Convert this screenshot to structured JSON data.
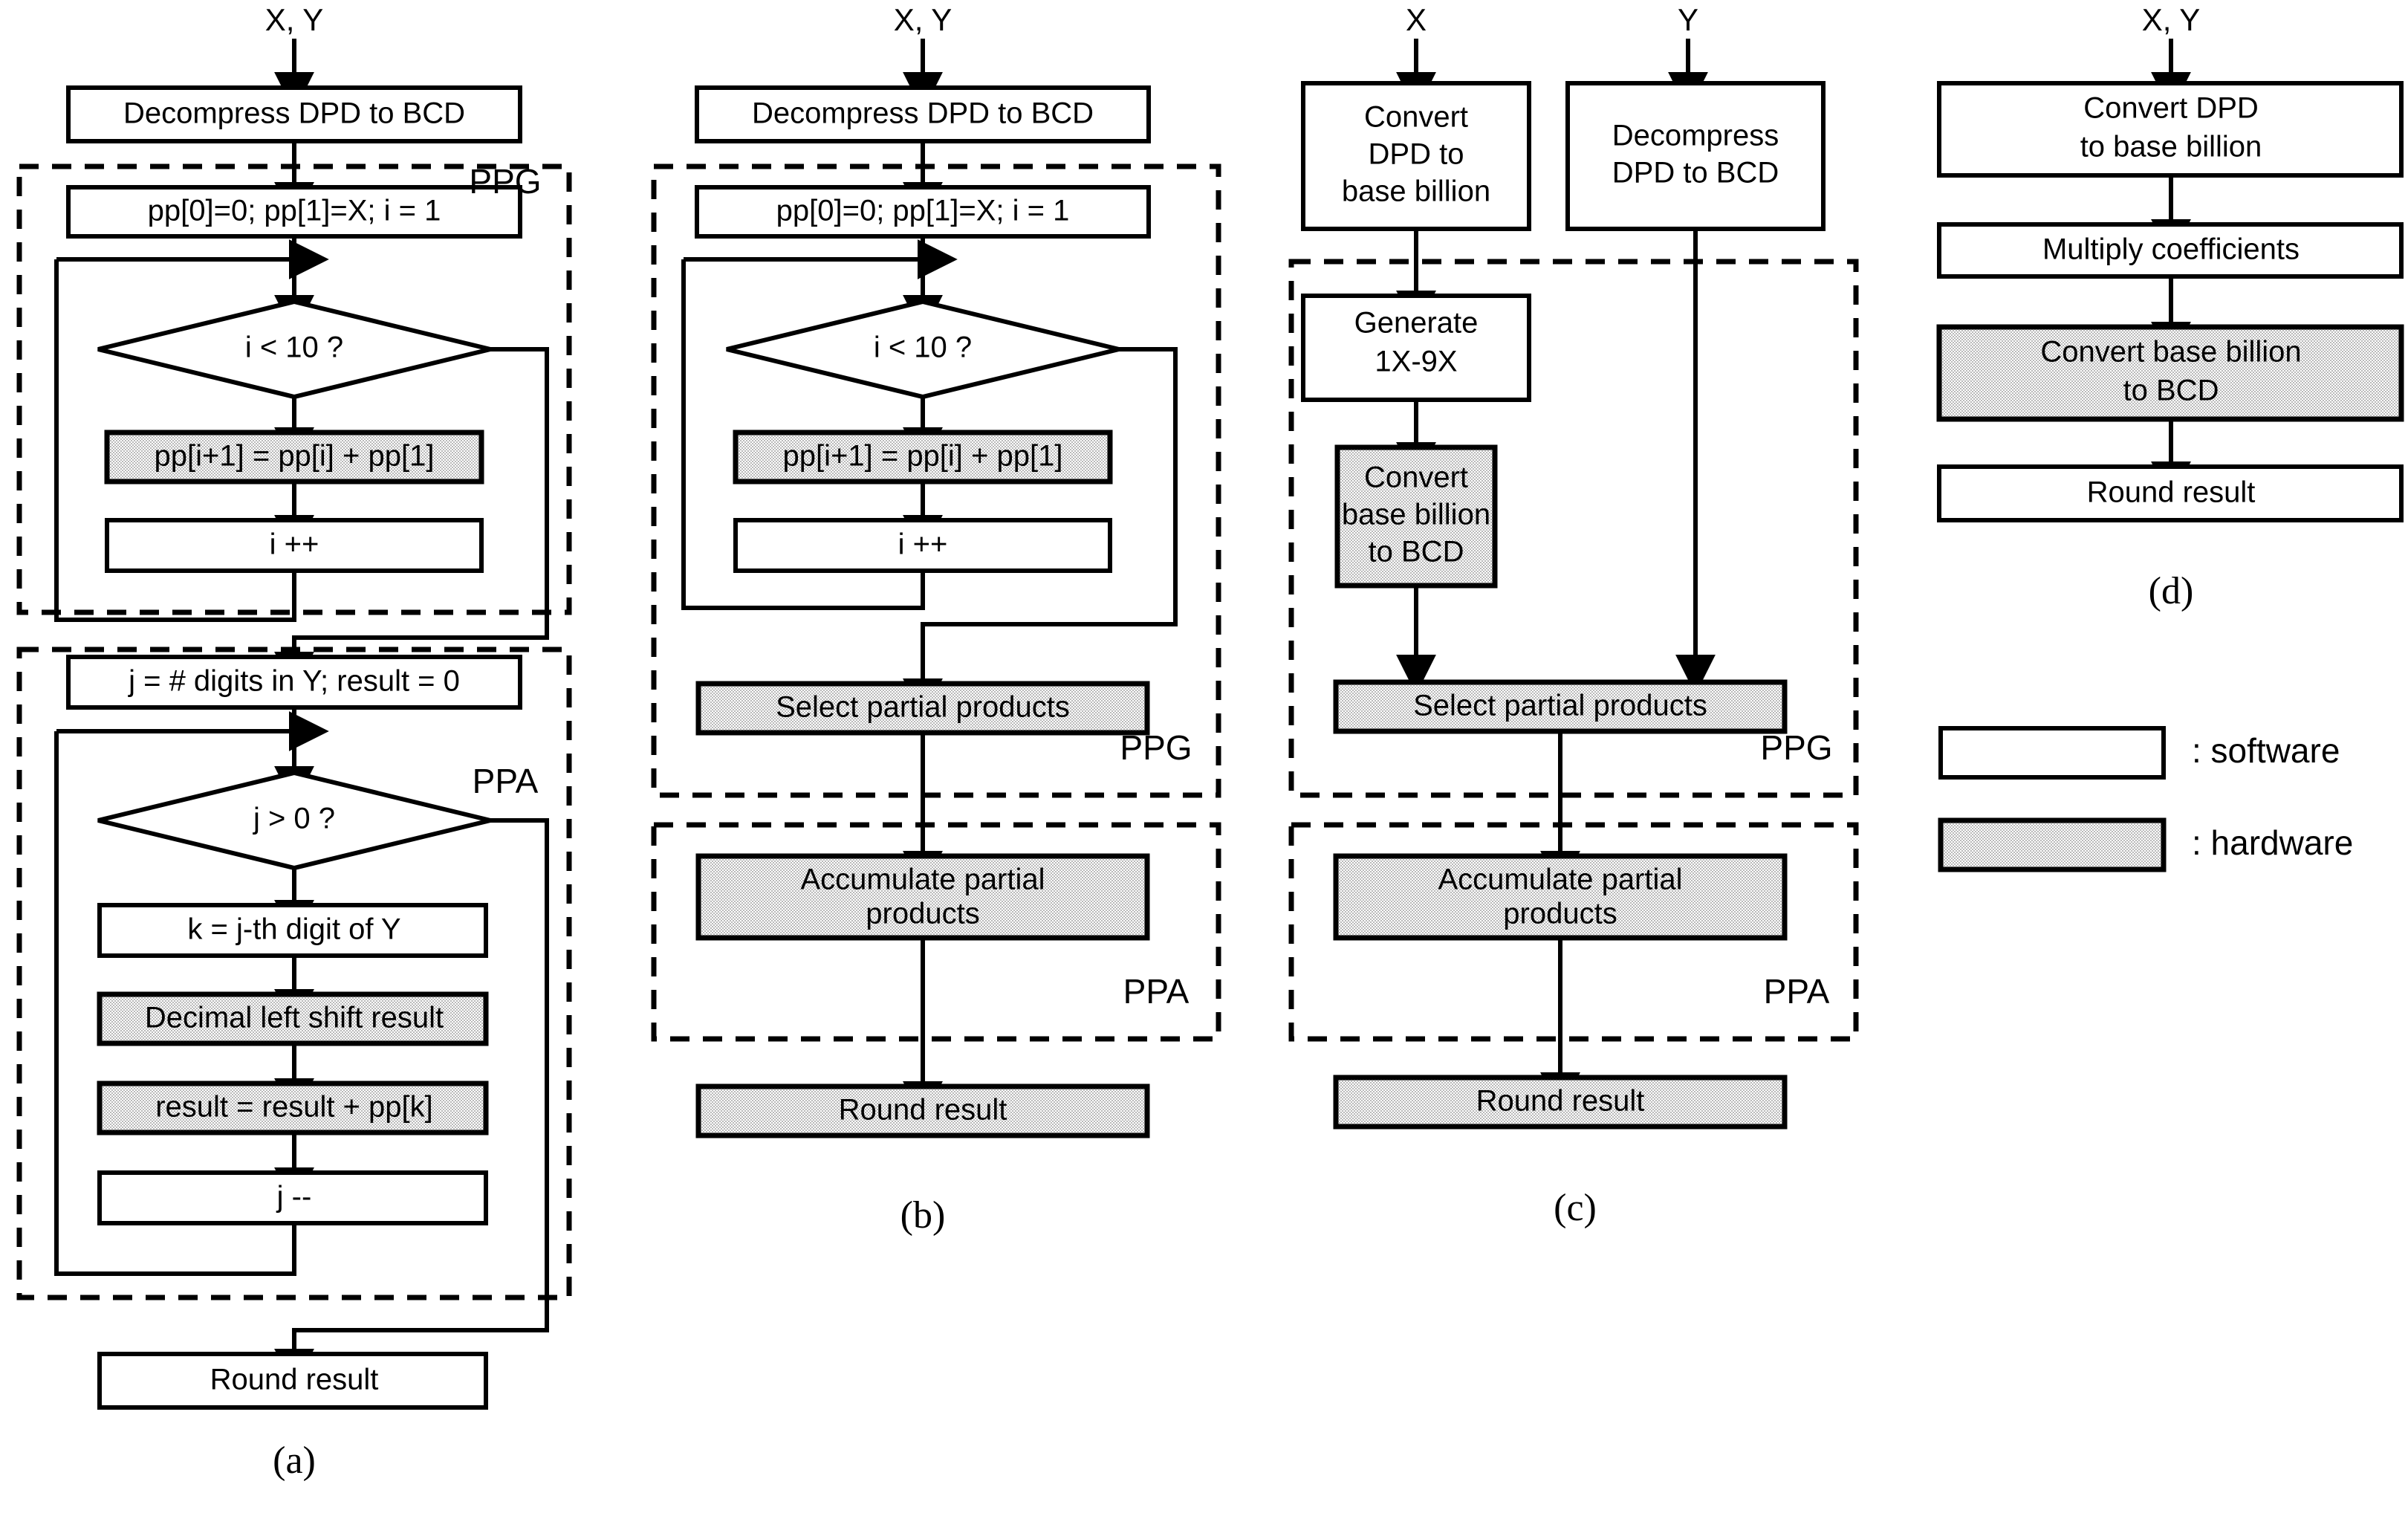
{
  "figure": {
    "type": "flowchart",
    "panels": [
      {
        "id": "a",
        "caption": "(a)",
        "inputs": [
          "X, Y"
        ],
        "groups": [
          "PPG",
          "PPA"
        ],
        "nodes": [
          {
            "label": "Decompress DPD to BCD",
            "kind": "software",
            "shape": "process"
          },
          {
            "label": "pp[0]=0; pp[1]=X; i = 1",
            "kind": "software",
            "shape": "process"
          },
          {
            "label": "i < 10 ?",
            "kind": "software",
            "shape": "decision"
          },
          {
            "label": "pp[i+1] = pp[i] + pp[1]",
            "kind": "hardware",
            "shape": "process"
          },
          {
            "label": "i ++",
            "kind": "software",
            "shape": "process"
          },
          {
            "label": "j = # digits in Y; result = 0",
            "kind": "software",
            "shape": "process"
          },
          {
            "label": "j > 0 ?",
            "kind": "software",
            "shape": "decision"
          },
          {
            "label": "k = j-th digit of Y",
            "kind": "software",
            "shape": "process"
          },
          {
            "label": "Decimal left shift result",
            "kind": "hardware",
            "shape": "process"
          },
          {
            "label": "result = result + pp[k]",
            "kind": "hardware",
            "shape": "process"
          },
          {
            "label": "j --",
            "kind": "software",
            "shape": "process"
          },
          {
            "label": "Round result",
            "kind": "software",
            "shape": "process"
          }
        ]
      },
      {
        "id": "b",
        "caption": "(b)",
        "inputs": [
          "X, Y"
        ],
        "groups": [
          "PPG",
          "PPA"
        ],
        "nodes": [
          {
            "label": "Decompress DPD to BCD",
            "kind": "software",
            "shape": "process"
          },
          {
            "label": "pp[0]=0; pp[1]=X; i = 1",
            "kind": "software",
            "shape": "process"
          },
          {
            "label": "i < 10 ?",
            "kind": "software",
            "shape": "decision"
          },
          {
            "label": "pp[i+1] = pp[i] + pp[1]",
            "kind": "hardware",
            "shape": "process"
          },
          {
            "label": "i ++",
            "kind": "software",
            "shape": "process"
          },
          {
            "label": "Select partial products",
            "kind": "hardware",
            "shape": "process"
          },
          {
            "label": "Accumulate partial products",
            "kind": "hardware",
            "shape": "process"
          },
          {
            "label": "Round result",
            "kind": "hardware",
            "shape": "process"
          }
        ]
      },
      {
        "id": "c",
        "caption": "(c)",
        "inputs": [
          "X",
          "Y"
        ],
        "groups": [
          "PPG",
          "PPA"
        ],
        "nodes": [
          {
            "label": "Convert DPD to base billion",
            "kind": "software",
            "shape": "process"
          },
          {
            "label": "Decompress DPD to BCD",
            "kind": "software",
            "shape": "process"
          },
          {
            "label": "Generate 1X-9X",
            "kind": "software",
            "shape": "process"
          },
          {
            "label": "Convert base billion to BCD",
            "kind": "hardware",
            "shape": "process"
          },
          {
            "label": "Select partial products",
            "kind": "hardware",
            "shape": "process"
          },
          {
            "label": "Accumulate partial products",
            "kind": "hardware",
            "shape": "process"
          },
          {
            "label": "Round result",
            "kind": "hardware",
            "shape": "process"
          }
        ]
      },
      {
        "id": "d",
        "caption": "(d)",
        "inputs": [
          "X, Y"
        ],
        "groups": [],
        "nodes": [
          {
            "label": "Convert DPD to base billion",
            "kind": "software",
            "shape": "process"
          },
          {
            "label": "Multiply coefficients",
            "kind": "software",
            "shape": "process"
          },
          {
            "label": "Convert base billion to BCD",
            "kind": "hardware",
            "shape": "process"
          },
          {
            "label": "Round result",
            "kind": "software",
            "shape": "process"
          }
        ]
      }
    ]
  },
  "panel_a": {
    "input": "X, Y",
    "caption": "(a)",
    "group_ppg": "PPG",
    "group_ppa": "PPA",
    "n1": "Decompress DPD to BCD",
    "n2": "pp[0]=0; pp[1]=X; i = 1",
    "n3": "i < 10 ?",
    "n4": "pp[i+1] = pp[i] + pp[1]",
    "n5": "i ++",
    "n6": "j = # digits in Y; result = 0",
    "n7": "j > 0 ?",
    "n8": "k = j-th digit of Y",
    "n9": "Decimal left shift result",
    "n10": "result = result + pp[k]",
    "n11": "j --",
    "n12": "Round result"
  },
  "panel_b": {
    "input": "X, Y",
    "caption": "(b)",
    "group_ppg": "PPG",
    "group_ppa": "PPA",
    "n1": "Decompress DPD to BCD",
    "n2": "pp[0]=0; pp[1]=X; i = 1",
    "n3": "i < 10 ?",
    "n4": "pp[i+1] = pp[i] + pp[1]",
    "n5": "i ++",
    "n6": "Select partial products",
    "n7a": "Accumulate partial",
    "n7b": "products",
    "n8": "Round result"
  },
  "panel_c": {
    "input_x": "X",
    "input_y": "Y",
    "caption": "(c)",
    "group_ppg": "PPG",
    "group_ppa": "PPA",
    "n1a": "Convert",
    "n1b": "DPD to",
    "n1c": "base billion",
    "n2a": "Decompress",
    "n2b": "DPD to BCD",
    "n3a": "Generate",
    "n3b": "1X-9X",
    "n4a": "Convert",
    "n4b": "base billion",
    "n4c": "to BCD",
    "n5": "Select partial products",
    "n6a": "Accumulate partial",
    "n6b": "products",
    "n7": "Round result"
  },
  "panel_d": {
    "input": "X, Y",
    "caption": "(d)",
    "n1a": "Convert DPD",
    "n1b": "to base billion",
    "n2": "Multiply coefficients",
    "n3a": "Convert base billion",
    "n3b": "to BCD",
    "n4": "Round result"
  },
  "legend": {
    "software": ": software",
    "hardware": ": hardware"
  },
  "colors": {
    "stroke": "#000000",
    "software_fill": "#ffffff",
    "hardware_fill": "#d9d9d9",
    "background": "#ffffff"
  }
}
